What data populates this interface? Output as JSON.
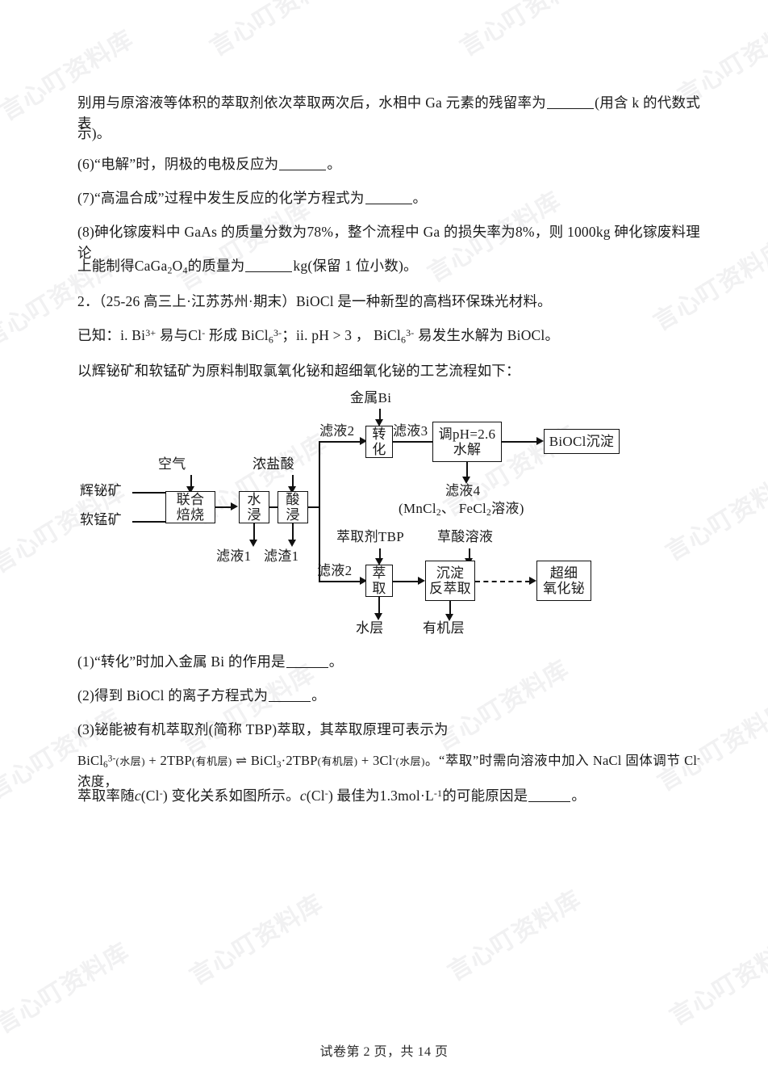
{
  "watermark": {
    "text": "言心叮资料库"
  },
  "body": {
    "p_q5_tail_a": "别用与原溶液等体积的萃取剂依次萃取两次后，水相中 Ga 元素的残留率为",
    "p_q5_tail_b": "(用含 k 的代数式表",
    "p_q5_tail_c": "示)。",
    "q6": "(6)“电解”时，阴极的电极反应为",
    "q6_end": "。",
    "q7": "(7)“高温合成”过程中发生反应的化学方程式为",
    "q7_end": "。",
    "q8_line1_a": "(8)砷化镓废料中 GaAs 的质量分数为78%，整个流程中 Ga 的损失率为8%，则 1000kg 砷化镓废料理论",
    "q8_line2_a": "上能制得CaGa",
    "q8_line2_sub1": "2",
    "q8_line2_b": "O",
    "q8_line2_sub2": "4",
    "q8_line2_c": "的质量为",
    "q8_line2_d": "kg(保留 1 位小数)。",
    "item2_header": "2．（25-26 高三上·江苏苏州·期末）BiOCl 是一种新型的高档环保珠光材料。",
    "known_a": "已知：i. Bi",
    "known_sup1": "3+",
    "known_b": " 易与Cl",
    "known_sup2": "-",
    "known_c": " 形成 BiCl",
    "known_sub1": "6",
    "known_sup3": "3-",
    "known_d": "；ii. pH > 3 ，  BiCl",
    "known_sub2": "6",
    "known_sup4": "3-",
    "known_e": " 易发生水解为 BiOCl。",
    "process_intro": "以辉铋矿和软锰矿为原料制取氯氧化铋和超细氧化铋的工艺流程如下：",
    "q1": "(1)“转化”时加入金属 Bi 的作用是",
    "q1_end": "。",
    "q2": "(2)得到 BiOCl 的离子方程式为",
    "q2_end": "。",
    "q3": "(3)铋能被有机萃取剂(简称 TBP)萃取，其萃取原理可表示为",
    "eq_1": "BiCl",
    "eq_1_sub": "6",
    "eq_1_sup": "3-",
    "eq_1_state": "(水层)",
    "eq_2": "+ 2TBP",
    "eq_2_state": "(有机层)",
    "eq_arrow": "⇌",
    "eq_3": "BiCl",
    "eq_3_sub": "3",
    "eq_3_dot": "·2TBP",
    "eq_3_state": "(有机层)",
    "eq_4": "+ 3Cl",
    "eq_4_sup": "-",
    "eq_4_state": "(水层)",
    "eq_tail": "。“萃取”时需向溶液中加入 NaCl 固体调节 Cl",
    "eq_tail_sup": "-",
    "eq_tail2": " 浓度，",
    "q3_line3_a": "萃取率随",
    "q3_line3_c": "c",
    "q3_line3_paren1": "(Cl",
    "q3_line3_sup1": "-",
    "q3_line3_paren2": ")",
    "q3_line3_b": " 变化关系如图所示。",
    "q3_line3_d": "c",
    "q3_line3_paren3": "(Cl",
    "q3_line3_sup2": "-",
    "q3_line3_paren4": ")",
    "q3_line3_e": " 最佳为1.3mol·L",
    "q3_line3_sup3": "-1",
    "q3_line3_f": "的可能原因是",
    "q3_line3_end": "。"
  },
  "flowchart": {
    "inputs": {
      "ore1": "辉铋矿",
      "ore2": "软锰矿",
      "air": "空气",
      "hcl": "浓盐酸",
      "metal_bi": "金属Bi",
      "tbp": "萃取剂TBP",
      "oxalic": "草酸溶液"
    },
    "boxes": {
      "roast": "联合\n焙烧",
      "water_leach": "水\n浸",
      "acid_leach": "酸\n浸",
      "convert": "转\n化",
      "ph_hydrolysis": "调pH=2.6\n水解",
      "biocl": "BiOCl沉淀",
      "extract": "萃\n取",
      "precip_strip": "沉淀\n反萃取",
      "ultrafine": "超细\n氧化铋"
    },
    "box_lines": {
      "roast": [
        "联合",
        "焙烧"
      ],
      "water_leach": [
        "水",
        "浸"
      ],
      "acid_leach": [
        "酸",
        "浸"
      ],
      "convert": [
        "转",
        "化"
      ],
      "ph_hydrolysis": [
        "调pH=2.6",
        "水解"
      ],
      "biocl": [
        "BiOCl沉淀"
      ],
      "extract": [
        "萃",
        "取"
      ],
      "precip_strip": [
        "沉淀",
        "反萃取"
      ],
      "ultrafine": [
        "超细",
        "氧化铋"
      ]
    },
    "stream_labels": {
      "filtrate1": "滤液1",
      "residue1": "滤渣1",
      "filtrate2_top": "滤液2",
      "filtrate2_bottom": "滤液2",
      "filtrate3": "滤液3",
      "filtrate4": "滤液4",
      "filtrate4_note_a": "(MnCl",
      "filtrate4_note_sub1": "2",
      "filtrate4_note_b": "、 FeCl",
      "filtrate4_note_sub2": "2",
      "filtrate4_note_c": "溶液)",
      "water_layer": "水层",
      "organic_layer": "有机层"
    }
  },
  "footer": {
    "text": "试卷第 2 页，共 14 页"
  }
}
